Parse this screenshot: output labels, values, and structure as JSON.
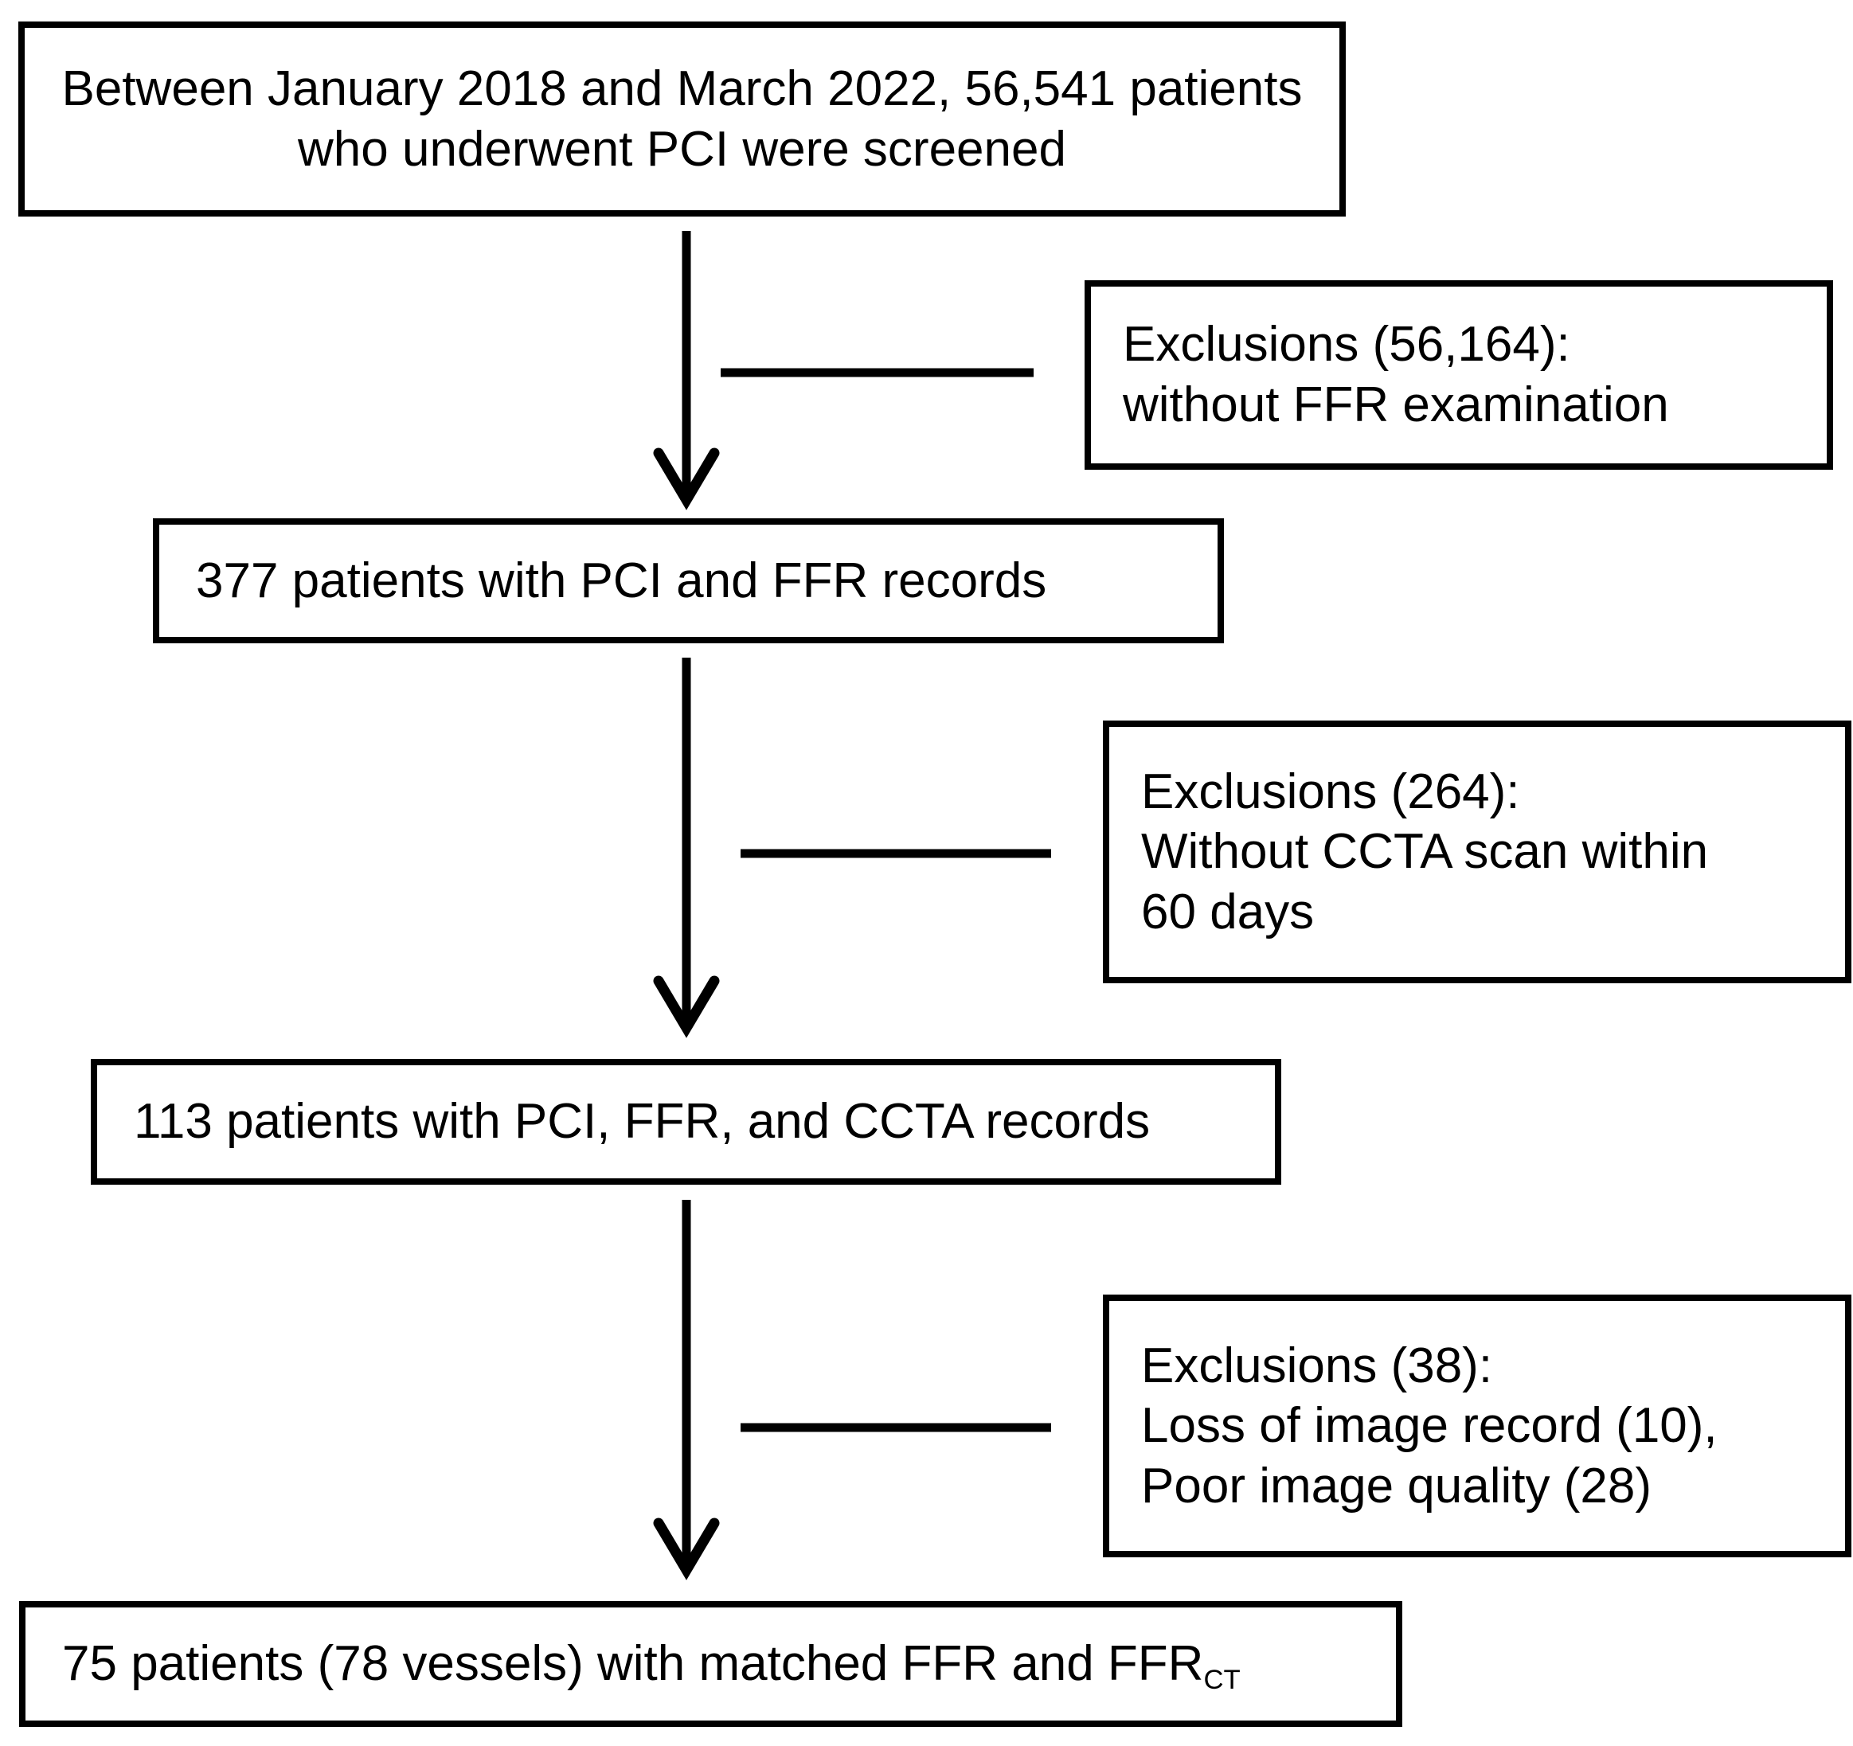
{
  "figure": {
    "type": "flowchart",
    "orientation": "vertical",
    "stroke_color": "#000000",
    "background_color": "#FFFFFF"
  },
  "nodes": {
    "screened": {
      "label": "Between January 2018 and March 2022, 56,541 patients who underwent PCI were screened",
      "count": 56541,
      "align": "center"
    },
    "pci_ffr": {
      "label": "377 patients with PCI and FFR records",
      "count": 377,
      "align": "left"
    },
    "pci_ffr_ccta": {
      "label": "113 patients with PCI, FFR, and CCTA records",
      "count": 113,
      "align": "left"
    },
    "final_prefix": "75 patients (78 vessels) with matched FFR and FFR",
    "final_subscript": "CT",
    "final": {
      "label": "75 patients (78 vessels) with matched FFR and FFRCT",
      "patients": 75,
      "vessels": 78,
      "align": "left"
    }
  },
  "exclusions": {
    "first": {
      "line1": "Exclusions (56,164):",
      "line2": "without FFR examination",
      "count": 56164,
      "reasons": [
        {
          "reason": "without FFR examination",
          "n": 56164
        }
      ]
    },
    "second": {
      "line1": "Exclusions (264):",
      "line2": "Without CCTA scan within",
      "line3": "60 days",
      "count": 264,
      "reasons": [
        {
          "reason": "Without CCTA scan within 60 days",
          "n": 264
        }
      ]
    },
    "third": {
      "line1": "Exclusions (38):",
      "line2": "Loss of image record (10),",
      "line3": "Poor image quality (28)",
      "count": 38,
      "reasons": [
        {
          "reason": "Loss of image record",
          "n": 10
        },
        {
          "reason": "Poor image quality",
          "n": 28
        }
      ]
    }
  }
}
